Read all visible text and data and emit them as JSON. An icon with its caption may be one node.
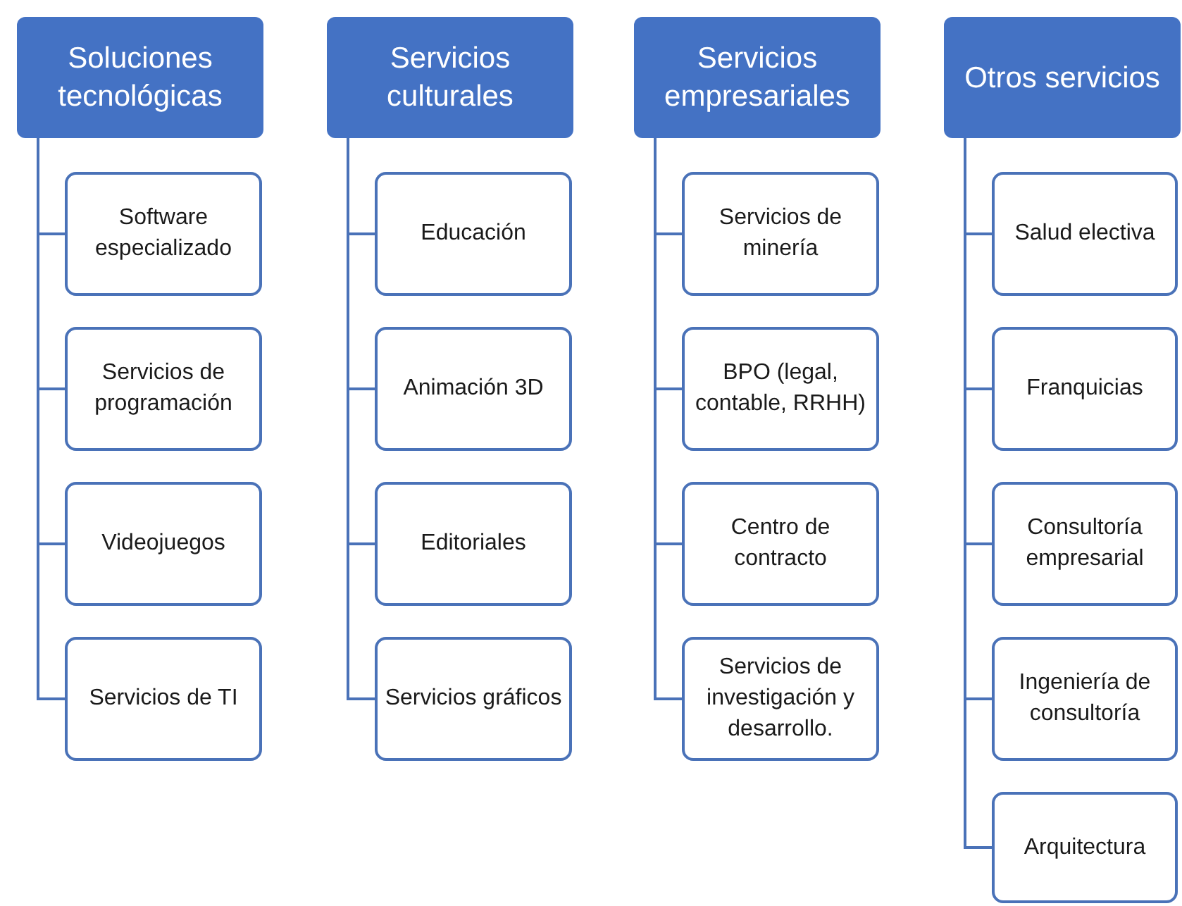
{
  "diagram": {
    "nodes": [
      {
        "text": [
          "Soluciones tecnológicas"
        ]
      },
      {
        "text": [
          "Software especializado"
        ]
      },
      {
        "text": [
          "Servicios de programación"
        ]
      },
      {
        "text": [
          "Videojuegos"
        ]
      },
      {
        "text": [
          "Servicios de TI"
        ]
      },
      {
        "text": [
          "Servicios culturales"
        ]
      },
      {
        "text": [
          "Educación"
        ]
      },
      {
        "text": [
          "Animación 3D"
        ]
      },
      {
        "text": [
          "Editoriales"
        ]
      },
      {
        "text": [
          "Servicios gráficos"
        ]
      },
      {
        "text": [
          "Servicios empresariales"
        ]
      },
      {
        "text": [
          "Servicios de minería"
        ]
      },
      {
        "text": [
          "BPO (legal, contable, RRHH)"
        ]
      },
      {
        "text": [
          "Centro de contracto"
        ]
      },
      {
        "text": [
          "Servicios de investigación y desarrollo."
        ]
      },
      {
        "text": [
          "Otros servicios"
        ]
      },
      {
        "text": [
          "Salud electiva"
        ]
      },
      {
        "text": [
          "Franquicias"
        ]
      },
      {
        "text": [
          "Consultoría empresarial"
        ]
      },
      {
        "text": [
          "Ingeniería de consultoría"
        ]
      },
      {
        "text": [
          "Arquitectura"
        ]
      }
    ],
    "edges": [
      {
        "from": 0,
        "to": 1,
        "arrow": "none"
      },
      {
        "from": 0,
        "to": 2,
        "arrow": "none"
      },
      {
        "from": 0,
        "to": 3,
        "arrow": "none"
      },
      {
        "from": 0,
        "to": 4,
        "arrow": "none"
      },
      {
        "from": 5,
        "to": 6,
        "arrow": "none"
      },
      {
        "from": 5,
        "to": 7,
        "arrow": "none"
      },
      {
        "from": 5,
        "to": 8,
        "arrow": "none"
      },
      {
        "from": 5,
        "to": 9,
        "arrow": "none"
      },
      {
        "from": 10,
        "to": 11,
        "arrow": "none"
      },
      {
        "from": 10,
        "to": 12,
        "arrow": "none"
      },
      {
        "from": 10,
        "to": 13,
        "arrow": "none"
      },
      {
        "from": 10,
        "to": 14,
        "arrow": "none"
      },
      {
        "from": 15,
        "to": 16,
        "arrow": "none"
      },
      {
        "from": 15,
        "to": 17,
        "arrow": "none"
      },
      {
        "from": 15,
        "to": 18,
        "arrow": "none"
      },
      {
        "from": 15,
        "to": 19,
        "arrow": "none"
      },
      {
        "from": 15,
        "to": 20,
        "arrow": "none"
      }
    ]
  }
}
